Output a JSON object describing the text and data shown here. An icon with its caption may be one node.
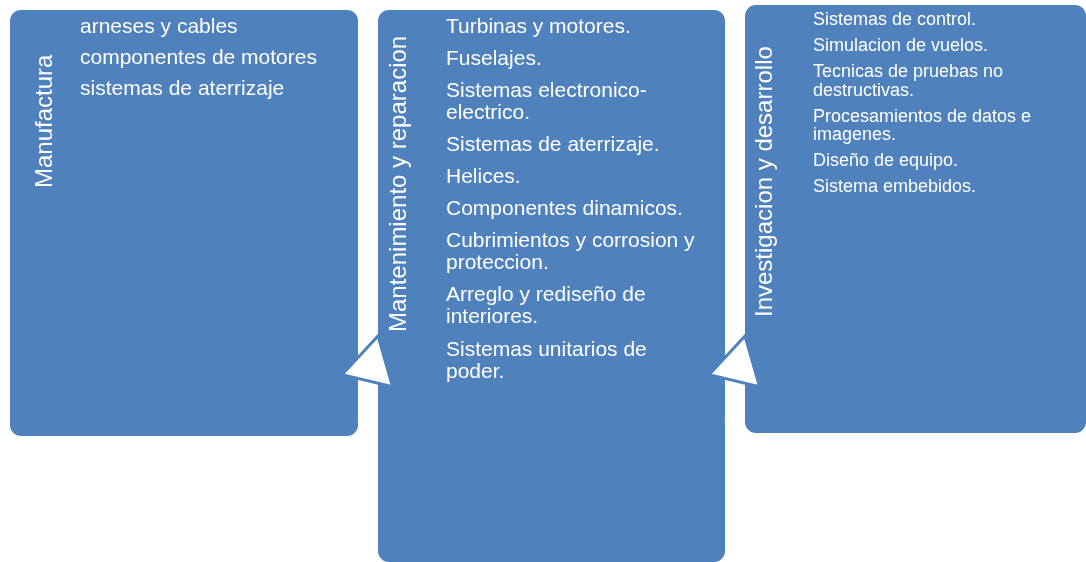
{
  "diagram": {
    "nodes": [
      {
        "text": [
          "Manufactura",
          "arneses y cables",
          "componentes de motores",
          "sistemas de aterrizaje"
        ]
      },
      {
        "text": [
          "Mantenimiento y reparacion",
          "Turbinas y motores.",
          "Fuselajes.",
          "Sistemas electronico-electrico.",
          "Sistemas de aterrizaje.",
          "Helices.",
          "Componentes dinamicos.",
          "Cubrimientos y corrosion y proteccion.",
          "Arreglo y rediseño de interiores.",
          "Sistemas unitarios de poder."
        ]
      },
      {
        "text": [
          "Investigacion y desarrollo",
          "Sistemas de control.",
          "Simulacion de vuelos.",
          "Tecnicas de pruebas no destructivas.",
          "Procesamientos de datos e imagenes.",
          "Diseño de equipo.",
          "Sistema embebidos."
        ]
      }
    ],
    "edges": [
      {
        "from": 0,
        "to": 1,
        "arrow": "to"
      },
      {
        "from": 1,
        "to": 2,
        "arrow": "to"
      }
    ]
  }
}
